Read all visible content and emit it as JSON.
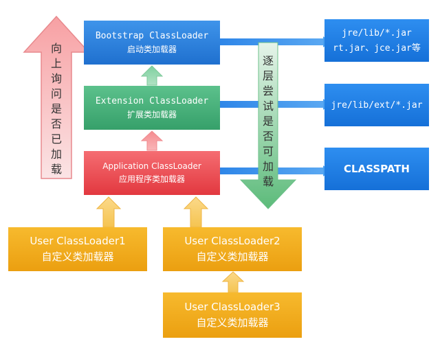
{
  "title": "",
  "loaders": {
    "bootstrap": {
      "line1": "Bootstrap ClassLoader",
      "line2": "启动类加载器",
      "color": "#2b7fde"
    },
    "extension": {
      "line1": "Extension ClassLoader",
      "line2": "扩展类加载器",
      "color": "#45b07a"
    },
    "application": {
      "line1": "Application ClassLoader",
      "line2": "应用程序类加载器",
      "color": "#ea4a50"
    },
    "user1": {
      "line1": "User ClassLoader1",
      "line2": "自定义类加载器",
      "color": "#f0a81e"
    },
    "user2": {
      "line1": "User ClassLoader2",
      "line2": "自定义类加载器",
      "color": "#f0a81e"
    },
    "user3": {
      "line1": "User ClassLoader3",
      "line2": "自定义类加载器",
      "color": "#f0a81e"
    }
  },
  "paths": {
    "bootstrap_path": {
      "line1": "jre/lib/*.jar",
      "line2": "rt.jar、jce.jar等"
    },
    "extension_path": {
      "line1": "jre/lib/ext/*.jar"
    },
    "classpath": {
      "line1": "CLASSPATH"
    }
  },
  "upward_label": "向上询问是否已加载",
  "downward_label": "逐层尝试是否可加载"
}
